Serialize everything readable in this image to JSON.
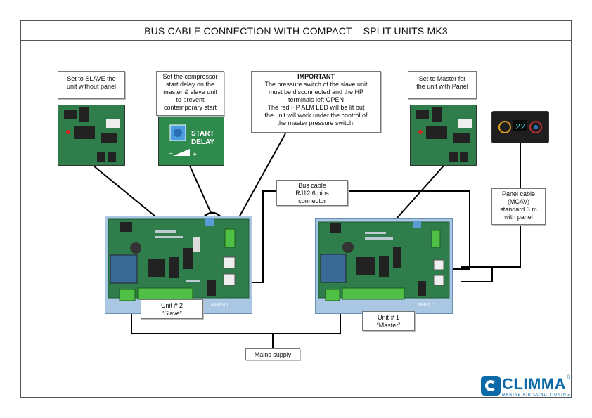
{
  "title": "BUS CABLE CONNECTION WITH COMPACT – SPLIT UNITS MK3",
  "labels": {
    "slave_note": [
      "Set to SLAVE the",
      "unit without panel"
    ],
    "compressor_note": [
      "Set the compressor",
      "start delay on the",
      "master & slave unit",
      "to prevent",
      "contemporary start"
    ],
    "important_heading": "IMPORTANT",
    "important_note": [
      "The pressure switch of the slave unit",
      "must be disconnected and the HP",
      "terminals left OPEN",
      "The red HP ALM LED will be lit but",
      "the unit will work under the control of",
      "the master pressure switch."
    ],
    "master_note": [
      "Set to Master for",
      "the unit with Panel"
    ],
    "bus_cable": [
      "Bus cable",
      "RJ12 6 pins",
      "connector"
    ],
    "panel_cable": [
      "Panel cable",
      "(MCAV)",
      "standard 3 m",
      "with panel"
    ],
    "unit2": [
      "Unit # 2",
      "“Slave”"
    ],
    "unit1": [
      "Unit # 1",
      "“Master”"
    ],
    "mains": "Mains supply",
    "start_delay": [
      "START",
      "DELAY"
    ],
    "board_code": "M80571",
    "panel_display": "22"
  },
  "logo": {
    "name": "CLIMMA",
    "reg": "®",
    "tagline": "MARINE AIR CONDITIONING",
    "color": "#0c6aa8"
  },
  "colors": {
    "pcb_green": "#2f7d4a",
    "pcb_bg": "#a9c7e3",
    "wire": "#000000"
  }
}
